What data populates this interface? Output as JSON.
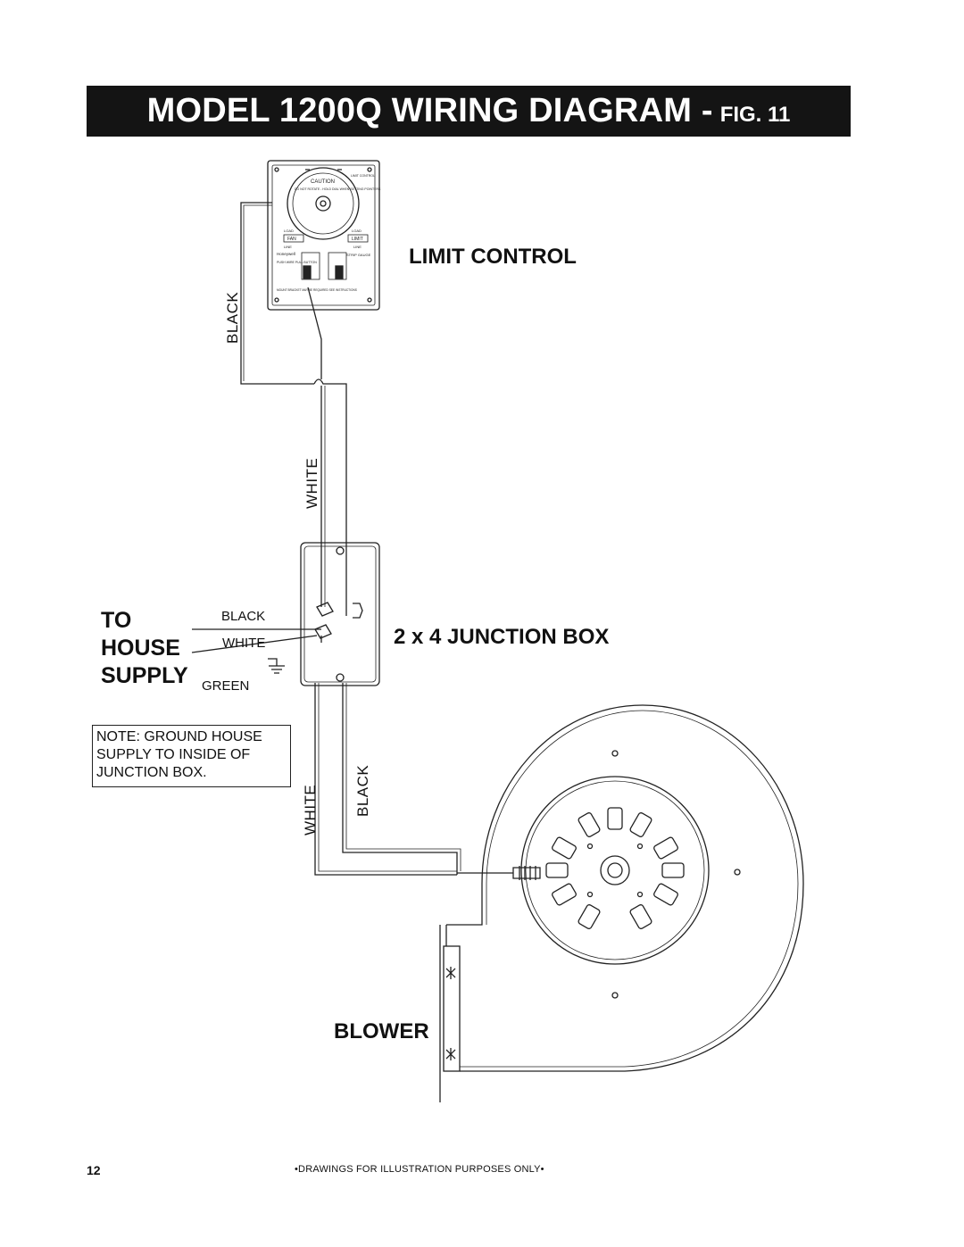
{
  "title": {
    "main": "MODEL 1200Q WIRING DIAGRAM -",
    "fig": "FIG. 11"
  },
  "labels": {
    "limit_control": "LIMIT CONTROL",
    "junction_box": "2 x 4 JUNCTION BOX",
    "blower": "BLOWER",
    "to": "TO",
    "house": "HOUSE",
    "supply": "SUPPLY"
  },
  "wires": {
    "top_black": "BLACK",
    "top_white": "WHITE",
    "supply_black": "BLACK",
    "supply_white": "WHITE",
    "supply_green": "GREEN",
    "bottom_white": "WHITE",
    "bottom_black": "BLACK"
  },
  "note": {
    "line1": "NOTE: GROUND HOUSE",
    "line2": "SUPPLY TO INSIDE OF",
    "line3": "JUNCTION BOX."
  },
  "limit_device": {
    "caution": "CAUTION",
    "warning": "DO NOT ROTATE - HOLD DIAL WHEN SETTING POINTERS",
    "limit_control": "LIMIT CONTROL",
    "load_left": "LOAD",
    "fan": "FAN",
    "line_left": "LINE",
    "load_right": "LOAD",
    "limit": "LIMIT",
    "line_right": "LINE",
    "brand": "Honeywell",
    "push_wire": "PUSH WIRE PULL BUTTON",
    "strip_gauge": "STRIP GAUGE",
    "mount": "MOUNT BRACKET MAY BE REQUIRED SEE INSTRUCTIONS"
  },
  "footer": {
    "page": "12",
    "disclaimer": "•DRAWINGS FOR ILLUSTRATION PURPOSES ONLY•"
  }
}
